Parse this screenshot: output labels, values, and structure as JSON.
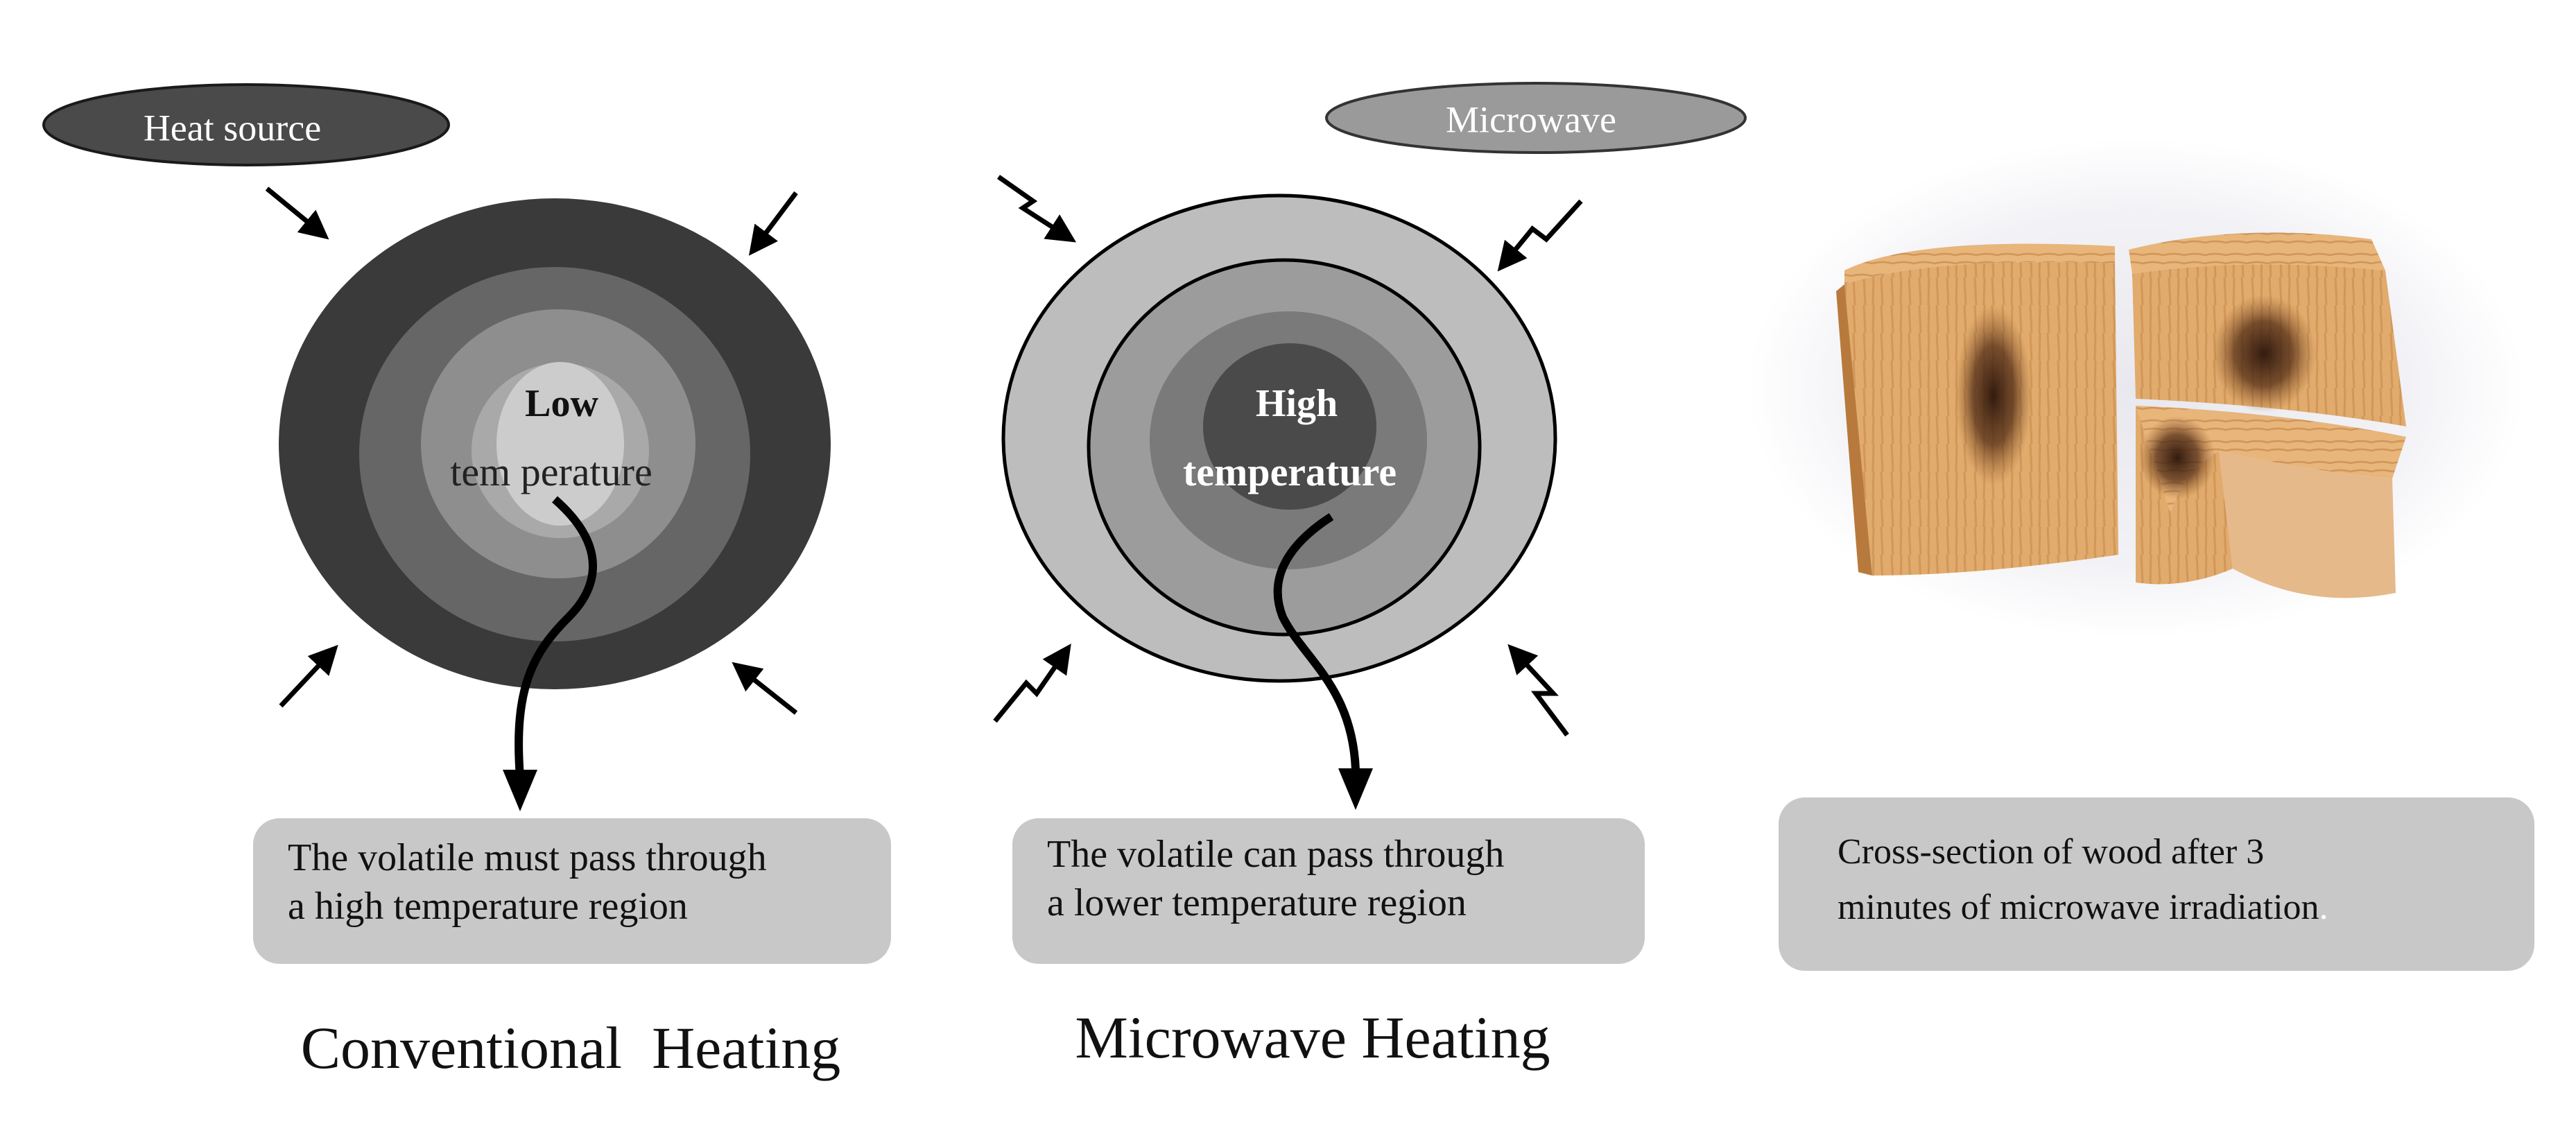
{
  "conventional": {
    "source_label": "Heat source",
    "center_line1": "Low",
    "center_line2": "tem perature",
    "note_line1": "The volatile must pass through",
    "note_line2": "a high temperature region",
    "caption": "Conventional  Heating"
  },
  "microwave": {
    "source_label": "Microwave",
    "center_line1": "High",
    "center_line2": "temperature",
    "note_line1": "The volatile can pass through",
    "note_line2": "a lower temperature region",
    "caption": "Microwave Heating"
  },
  "wood_photo": {
    "note_line1": "Cross-section of wood after 3",
    "note_line2": "minutes of microwave irradiation",
    "note_period": "."
  },
  "colors": {
    "conv_outer": "#3a3a3a",
    "conv_ring2": "#666666",
    "conv_ring3": "#8e8e8e",
    "conv_ring4": "#a9a9a9",
    "conv_center": "#cccccc",
    "mw_outer": "#bdbdbd",
    "mw_ring2": "#9c9c9c",
    "mw_ring3": "#7a7a7a",
    "mw_center": "#4a4a4a",
    "note_box": "#c8c8c8",
    "heat_source_pill": "#4a4a4a",
    "microwave_pill": "#9a9a9a",
    "wood_light": "#e3b277",
    "wood_dark": "#c98a4c",
    "burn": "#3a1e10"
  }
}
